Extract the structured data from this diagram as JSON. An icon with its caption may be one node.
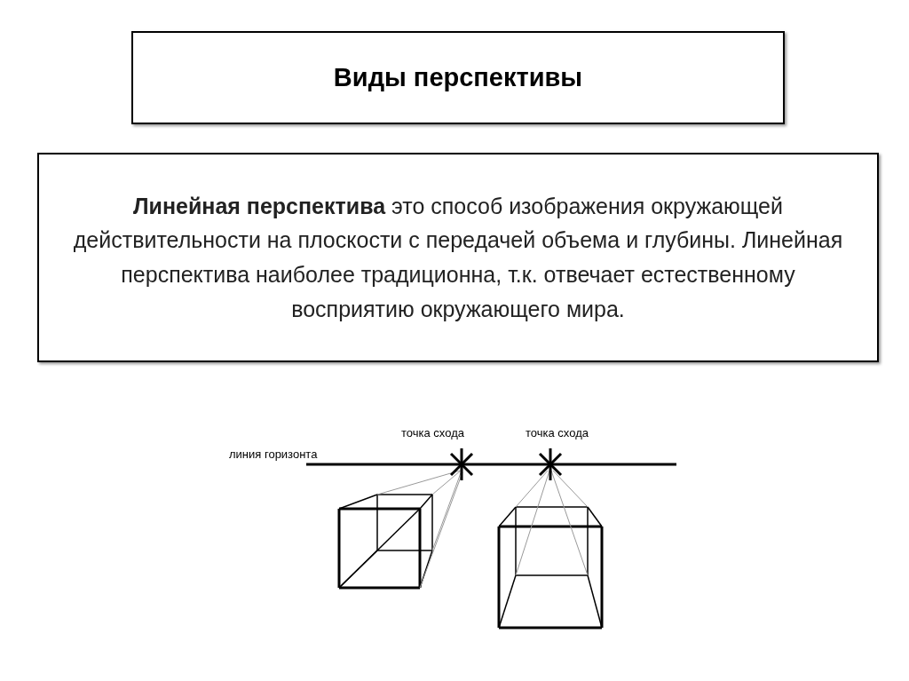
{
  "diagram": {
    "nodes": [
      {
        "text": [
          "Виды перспективы"
        ]
      },
      {
        "text": [
          "**Линейная перспектива** это способ изображения окружающей действительности на плоскости с передачей объема и глубины. Линейная перспектива наиболее традиционна, т.к. отвечает естественному восприятию окружающего мира."
        ]
      }
    ],
    "labels": [
      "точка схода",
      "точка схода",
      "линия горизонта"
    ]
  }
}
